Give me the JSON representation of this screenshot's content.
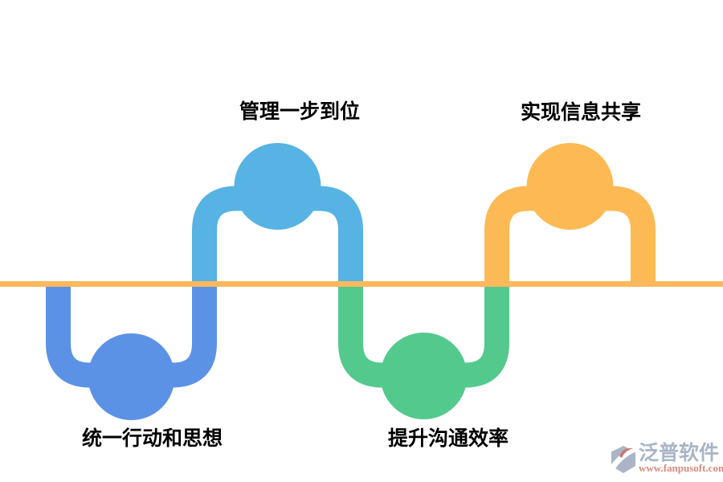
{
  "diagram": {
    "type": "wave-process",
    "baseline": {
      "color": "#FCB85C"
    },
    "steps": [
      {
        "id": 1,
        "label": "统一行动和思想",
        "color": "#5B92E5",
        "side": "below"
      },
      {
        "id": 2,
        "label": "管理一步到位",
        "color": "#56B3E3",
        "side": "above"
      },
      {
        "id": 3,
        "label": "提升沟通效率",
        "color": "#54C98D",
        "side": "below"
      },
      {
        "id": 4,
        "label": "实现信息共享",
        "color": "#FDB954",
        "side": "above"
      }
    ]
  },
  "watermark": {
    "brand": "泛普软件",
    "url": "www.fanpusoft.com",
    "brand_color": "#A9B5C6",
    "url_color": "#D8897E",
    "logo": {
      "base_color": "#A9B5C6",
      "accent_color": "#C8786C",
      "slash_color": "#FFFFFF"
    }
  }
}
